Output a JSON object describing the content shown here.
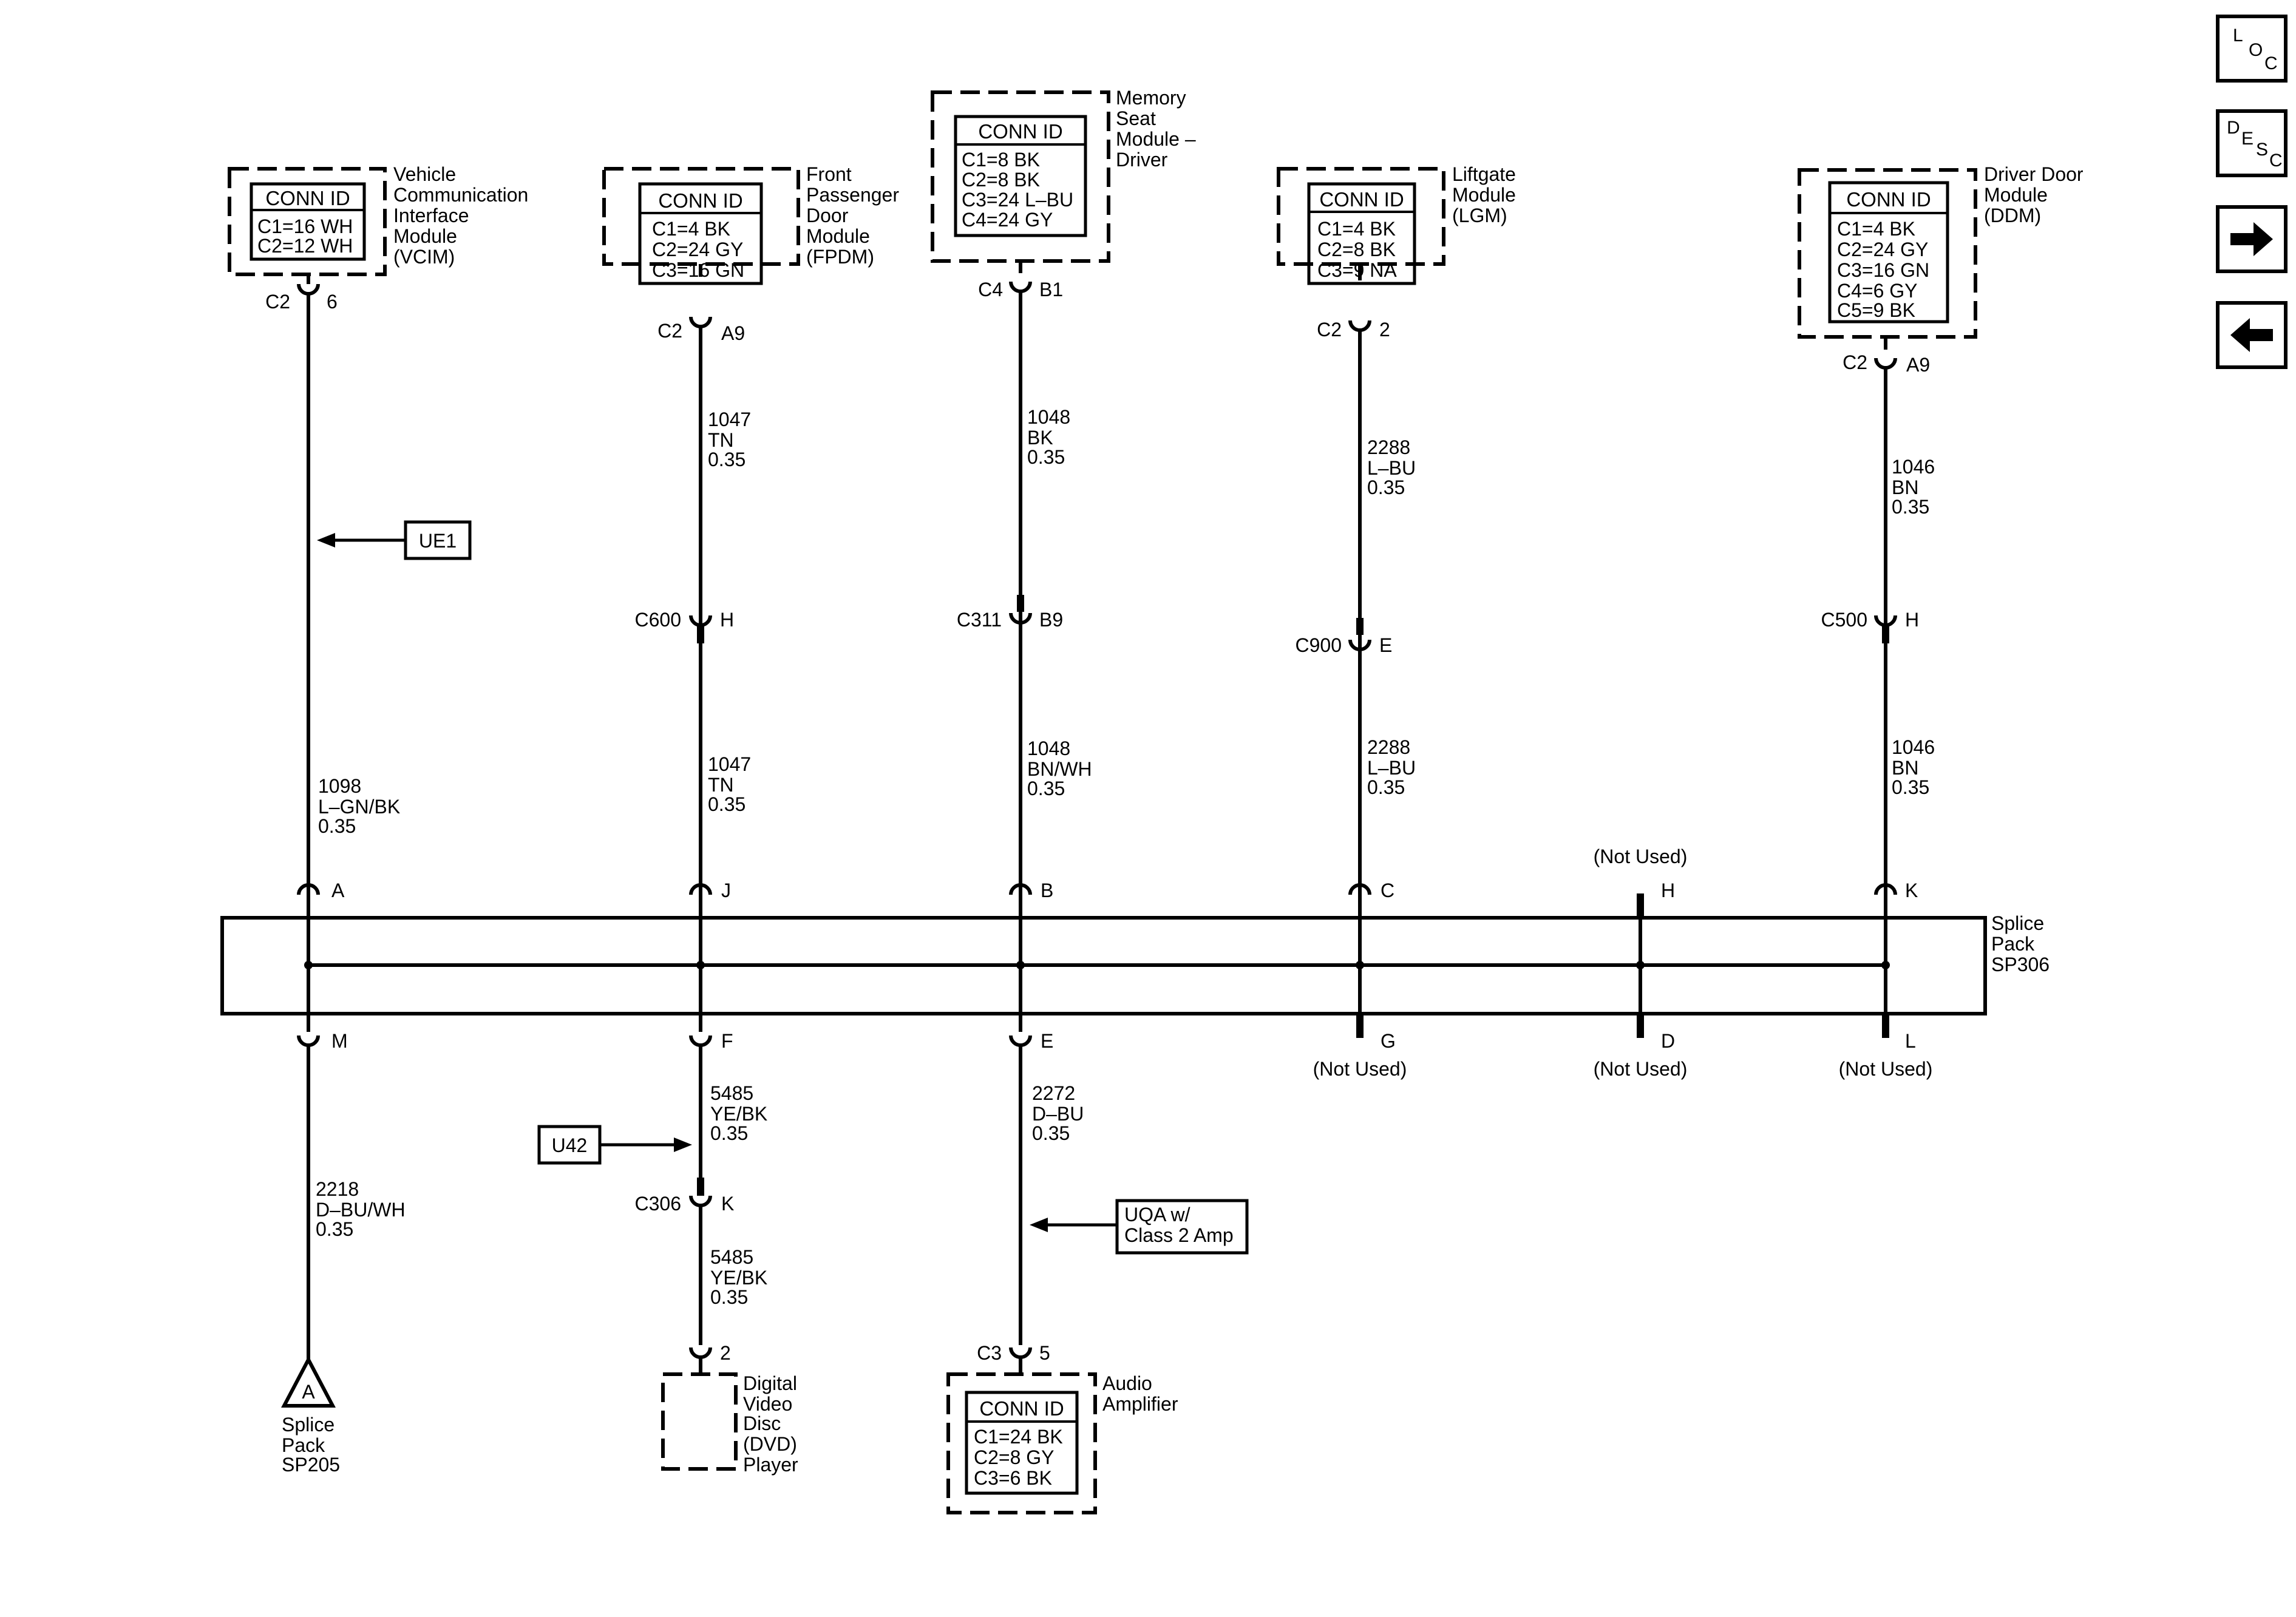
{
  "nav": {
    "loc": [
      "L",
      "O",
      "C"
    ],
    "desc": [
      "D",
      "E",
      "S",
      "C"
    ],
    "next_icon": "arrow-right-icon",
    "prev_icon": "arrow-left-icon"
  },
  "modules": {
    "vcim": {
      "conn_title": "CONN ID",
      "conn": [
        "C1=16 WH",
        "C2=12 WH"
      ],
      "name": [
        "Vehicle",
        "Communication",
        "Interface",
        "Module",
        "(VCIM)"
      ],
      "pin_left": "C2",
      "pin_right": "6"
    },
    "fpdm": {
      "conn_title": "CONN ID",
      "conn": [
        "C1=4 BK",
        "C2=24 GY",
        "C3=16 GN"
      ],
      "name": [
        "Front",
        "Passenger",
        "Door",
        "Module",
        "(FPDM)"
      ],
      "pin_left": "C2",
      "pin_right": "A9"
    },
    "msm": {
      "conn_title": "CONN ID",
      "conn": [
        "C1=8 BK",
        "C2=8 BK",
        "C3=24 L–BU",
        "C4=24 GY"
      ],
      "name": [
        "Memory",
        "Seat",
        "Module –",
        "Driver"
      ],
      "pin_left": "C4",
      "pin_right": "B1"
    },
    "lgm": {
      "conn_title": "CONN ID",
      "conn": [
        "C1=4 BK",
        "C2=8 BK",
        "C3=9 NA"
      ],
      "name": [
        "Liftgate",
        "Module",
        "(LGM)"
      ],
      "pin_left": "C2",
      "pin_right": "2"
    },
    "ddm": {
      "conn_title": "CONN ID",
      "conn": [
        "C1=4 BK",
        "C2=24 GY",
        "C3=16 GN",
        "C4=6 GY",
        "C5=9 BK"
      ],
      "name": [
        "Driver Door",
        "Module",
        "(DDM)"
      ],
      "pin_left": "C2",
      "pin_right": "A9"
    },
    "dvd": {
      "name": [
        "Digital",
        "Video",
        "Disc",
        "(DVD)",
        "Player"
      ],
      "pin_right": "2"
    },
    "amp": {
      "conn_title": "CONN ID",
      "conn": [
        "C1=24 BK",
        "C2=8 GY",
        "C3=6 BK"
      ],
      "name": [
        "Audio",
        "Amplifier"
      ],
      "pin_left": "C3",
      "pin_right": "5"
    }
  },
  "wires": {
    "vcim_lower": [
      "1098",
      "L–GN/BK",
      "0.35"
    ],
    "fpdm_upper": [
      "1047",
      "TN",
      "0.35"
    ],
    "fpdm_lower": [
      "1047",
      "TN",
      "0.35"
    ],
    "msm_upper": [
      "1048",
      "BK",
      "0.35"
    ],
    "msm_lower": [
      "1048",
      "BN/WH",
      "0.35"
    ],
    "lgm_upper": [
      "2288",
      "L–BU",
      "0.35"
    ],
    "lgm_lower": [
      "2288",
      "L–BU",
      "0.35"
    ],
    "ddm_upper": [
      "1046",
      "BN",
      "0.35"
    ],
    "ddm_lower": [
      "1046",
      "BN",
      "0.35"
    ],
    "m_wire": [
      "2218",
      "D–BU/WH",
      "0.35"
    ],
    "f_upper": [
      "5485",
      "YE/BK",
      "0.35"
    ],
    "f_lower": [
      "5485",
      "YE/BK",
      "0.35"
    ],
    "e_wire": [
      "2272",
      "D–BU",
      "0.35"
    ]
  },
  "inline_connectors": {
    "c600": {
      "name": "C600",
      "pin": "H"
    },
    "c311": {
      "name": "C311",
      "pin": "B9"
    },
    "c900": {
      "name": "C900",
      "pin": "E"
    },
    "c500": {
      "name": "C500",
      "pin": "H"
    },
    "c306": {
      "name": "C306",
      "pin": "K"
    }
  },
  "option_boxes": {
    "ue1": "UE1",
    "u42": "U42",
    "uqa": [
      "UQA w/",
      "Class 2 Amp"
    ]
  },
  "splice_pack": {
    "name": [
      "Splice",
      "Pack",
      "SP306"
    ],
    "top_pins": [
      "A",
      "J",
      "B",
      "C",
      "H",
      "K"
    ],
    "bottom_pins": [
      "M",
      "F",
      "E",
      "G",
      "D",
      "L"
    ],
    "not_used": "(Not Used)"
  },
  "sp205": {
    "symbol": "A",
    "label": [
      "Splice",
      "Pack",
      "SP205"
    ]
  }
}
